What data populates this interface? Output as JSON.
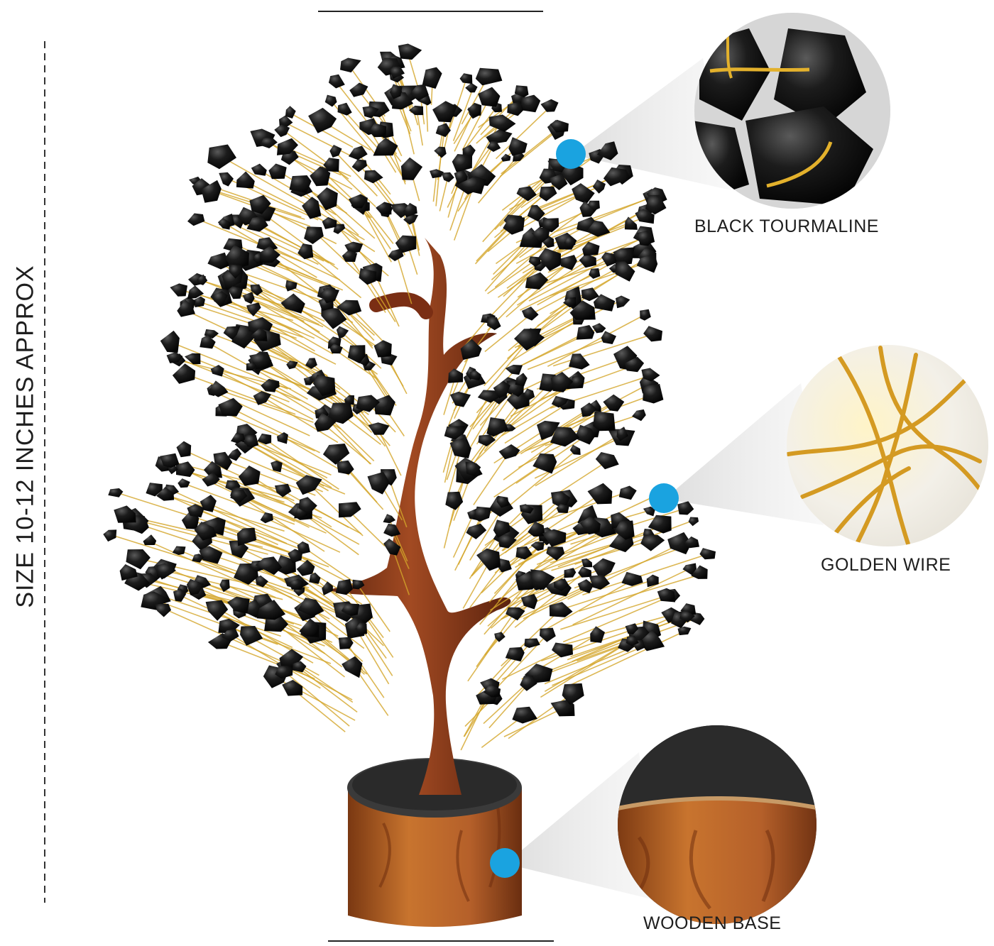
{
  "size_label": "SIZE  10-12 INCHES APPROX",
  "callouts": {
    "tourmaline": {
      "label": "BLACK TOURMALINE"
    },
    "wire": {
      "label": "GOLDEN WIRE"
    },
    "base": {
      "label": "WOODEN BASE"
    }
  },
  "colors": {
    "background": "#ffffff",
    "marker_blue": "#1aa3e0",
    "stone_black": "#151515",
    "wire_gold": "#d4a62a",
    "trunk_brown": "#8a3a1a",
    "base_wood": "#b8642a",
    "text": "#1e1e1e"
  }
}
